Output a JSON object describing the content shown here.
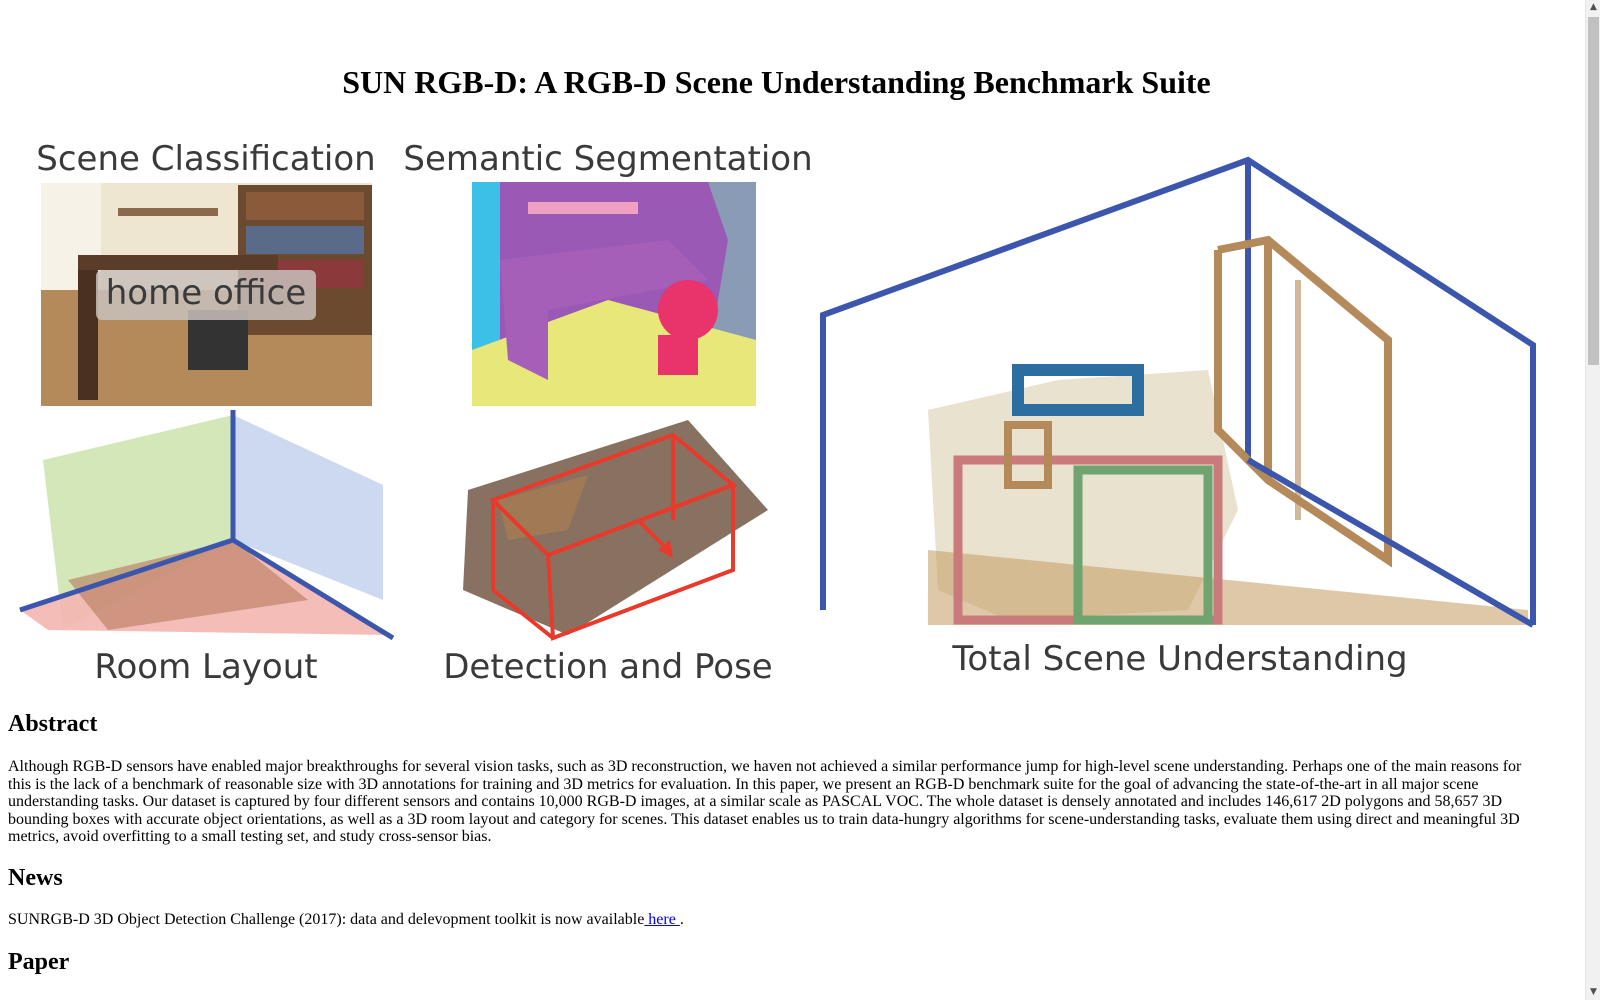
{
  "page": {
    "title": "SUN RGB-D: A RGB-D Scene Understanding Benchmark Suite"
  },
  "hero": {
    "labels": {
      "scene_classification": "Scene Classification",
      "semantic_segmentation": "Semantic Segmentation",
      "room_layout": "Room Layout",
      "detection_and_pose": "Detection and Pose",
      "total_scene_understanding": "Total Scene Understanding",
      "scene_tag": "home office"
    },
    "colors": {
      "layout_blue": "#3d56ad",
      "box_red": "#e8392b",
      "seg_purple": "#9b59b6",
      "seg_yellow": "#e8e87a",
      "seg_pink": "#e8336b",
      "seg_slate": "#8a9bb5",
      "seg_cyan": "#3cc0e8",
      "shelf_brown": "#b58a5a",
      "desk_pink": "#c97b7b",
      "chair_green": "#6fa36f",
      "shelf_teal": "#2c6ea0"
    }
  },
  "abstract": {
    "heading": "Abstract",
    "text": "Although RGB-D sensors have enabled major breakthroughs for several vision tasks, such as 3D reconstruction, we haven not achieved a similar performance jump for high-level scene understanding. Perhaps one of the main reasons for this is the lack of a benchmark of reasonable size with 3D annotations for training and 3D metrics for evaluation. In this paper, we present an RGB-D benchmark suite for the goal of advancing the state-of-the-art in all major scene understanding tasks. Our dataset is captured by four different sensors and contains 10,000 RGB-D images, at a similar scale as PASCAL VOC. The whole dataset is densely annotated and includes 146,617 2D polygons and 58,657 3D bounding boxes with accurate object orientations, as well as a 3D room layout and category for scenes. This dataset enables us to train data-hungry algorithms for scene-understanding tasks, evaluate them using direct and meaningful 3D metrics, avoid overfitting to a small testing set, and study cross-sensor bias."
  },
  "news": {
    "heading": "News",
    "text": "SUNRGB-D 3D Object Detection Challenge (2017): data and delevopment toolkit is now available",
    "link_text": " here ",
    "trailing": "."
  },
  "paper": {
    "heading": "Paper"
  }
}
